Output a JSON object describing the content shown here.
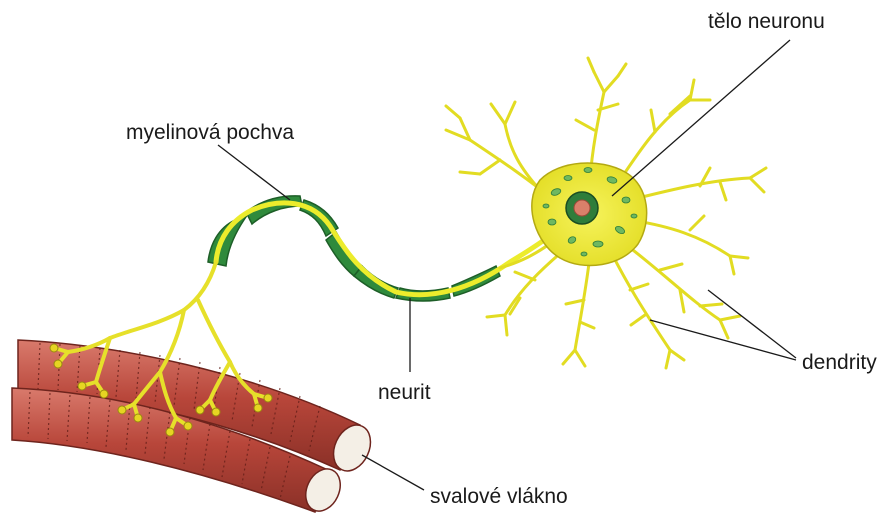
{
  "labels": {
    "cell_body": "tělo neuronu",
    "myelin_sheath": "myelinová pochva",
    "dendrites": "dendrity",
    "neurite": "neurit",
    "muscle_fiber": "svalové vlákno"
  },
  "colors": {
    "neuron_yellow": "#ecec2c",
    "neuron_outline": "#b3a912",
    "myelin_green": "#2f8a3c",
    "myelin_dark": "#1d5e27",
    "nucleus_green": "#2e7d3a",
    "nucleolus": "#d9806a",
    "muscle_red": "#b8463a",
    "muscle_dark": "#7d2a22",
    "leader_line": "#1a1a1a"
  }
}
